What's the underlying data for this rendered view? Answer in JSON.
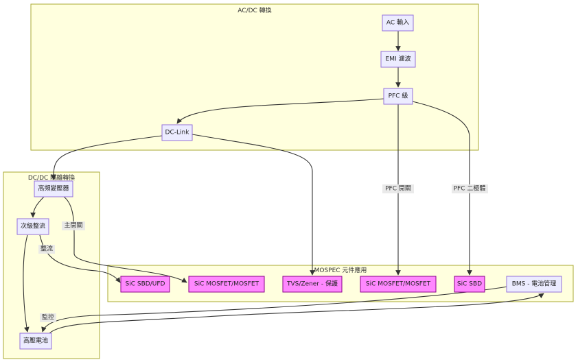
{
  "clusters": {
    "acdc": {
      "title": "AC/DC 轉換"
    },
    "dcdc": {
      "title": "DC/DC 隔離轉換"
    },
    "mospec": {
      "title": "MOSPEC 元件應用"
    }
  },
  "nodes": {
    "ac_input": "AC 輸入",
    "emi_filter": "EMI 濾波",
    "pfc_stage": "PFC 級",
    "dc_link": "DC-Link",
    "hf_transformer": "高頻變壓器",
    "secondary_rectifier": "次級整流",
    "hv_battery": "高壓電池",
    "sic_sbd_ufd": "SiC SBD/UFD",
    "sic_mosfet_1": "SiC MOSFET/MOSFET",
    "tvs_zener": "TVS/Zener - 保護",
    "sic_mosfet_2": "SiC MOSFET/MOSFET",
    "sic_sbd": "SiC SBD",
    "bms": "BMS - 電池管理"
  },
  "edge_labels": {
    "pfc_switch": "PFC 開關",
    "pfc_diode": "PFC 二極體",
    "main_switch": "主開關",
    "rectify": "整流",
    "monitor": "監控"
  },
  "colors": {
    "cluster_fill": "#ffffde",
    "node_fill": "#ececff",
    "node_stroke": "#9370db",
    "highlight_fill": "#ff88ff",
    "highlight_stroke": "#8b008b",
    "edge": "#333333"
  }
}
